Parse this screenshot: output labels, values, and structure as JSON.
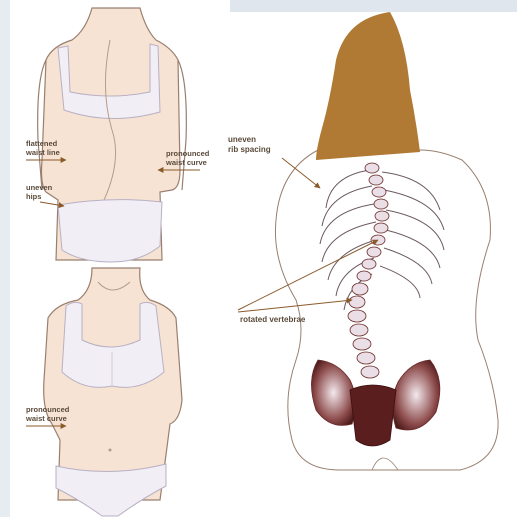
{
  "labels": {
    "flattened_waist_line": [
      "flattened",
      "waist line"
    ],
    "uneven_hips": [
      "uneven",
      "hips"
    ],
    "pronounced_waist_curve_back": [
      "pronounced",
      "waist curve"
    ],
    "pronounced_waist_curve_front": [
      "pronounced",
      "waist curve"
    ],
    "uneven_rib_spacing": [
      "uneven",
      "rib spacing"
    ],
    "rotated_vertebrae": "rotated vertebrae"
  },
  "colors": {
    "skin": "#f6e3d3",
    "outline": "#9a7f6e",
    "hair": "#b07a35",
    "underwear": "#f1eef6",
    "arrow": "#8a5a2a",
    "bone": "#eadfe6",
    "bone_shade": "#6b2a2a",
    "side_bar": "#c9d3dd"
  }
}
